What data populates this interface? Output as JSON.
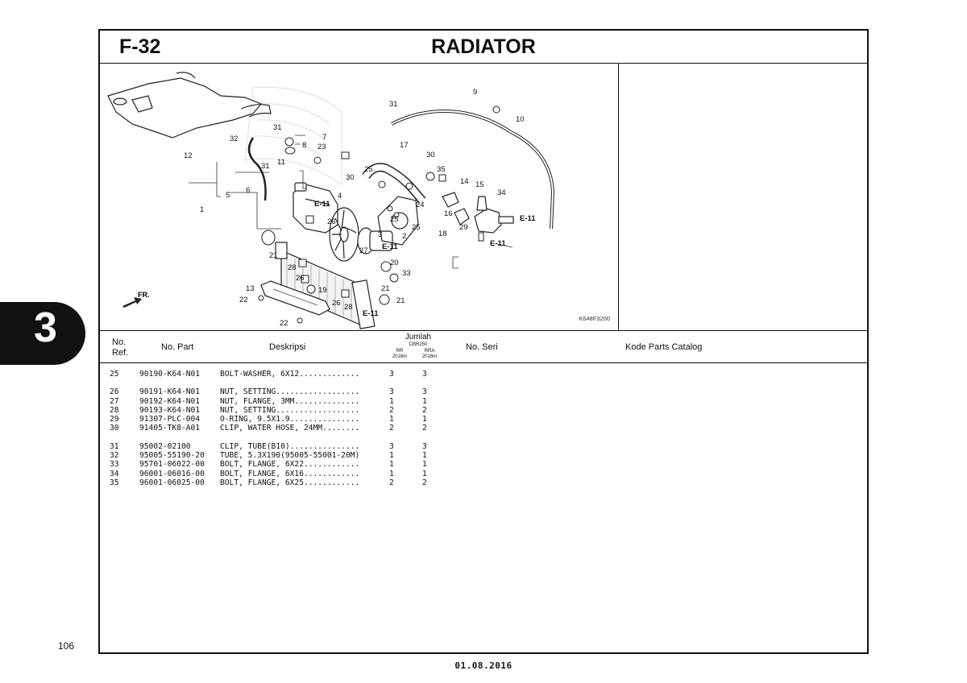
{
  "header": {
    "figure_code": "F-32",
    "title": "RADIATOR"
  },
  "diagram": {
    "code": "K648F3200",
    "labels": [
      "31",
      "9",
      "10",
      "32",
      "31",
      "7",
      "8",
      "23",
      "17",
      "30",
      "12",
      "31",
      "11",
      "30",
      "25",
      "35",
      "14",
      "15",
      "34",
      "5",
      "6",
      "4",
      "24",
      "E-11",
      "1",
      "26",
      "E-11",
      "16",
      "3",
      "25",
      "25",
      "29",
      "2",
      "18",
      "E-11",
      "21",
      "27",
      "E-11",
      "20",
      "28",
      "33",
      "26",
      "19",
      "13",
      "21",
      "22",
      "26",
      "28",
      "E-11",
      "21",
      "22"
    ],
    "direction_label": "FR."
  },
  "table": {
    "headers": {
      "ref_line1": "No.",
      "ref_line2": "Ref.",
      "part": "No. Part",
      "description": "Deskripsi",
      "qty": "Jumlah",
      "model": "CBR250",
      "rr_line1": "RR",
      "rr_line2": "2016m",
      "rra_line1": "RRA",
      "rra_line2": "2016m",
      "serial": "No. Seri",
      "catalog": "Kode Parts Catalog"
    },
    "rows": [
      {
        "ref": "25",
        "part": "90190-K64-N01",
        "desc": "BOLT-WASHER, 6X12.............",
        "rr": "3",
        "rra": "3"
      },
      {
        "ref": "26",
        "part": "90191-K64-N01",
        "desc": "NUT, SETTING..................",
        "rr": "3",
        "rra": "3"
      },
      {
        "ref": "27",
        "part": "90192-K64-N01",
        "desc": "NUT, FLANGE, 3MM..............",
        "rr": "1",
        "rra": "1"
      },
      {
        "ref": "28",
        "part": "90193-K64-N01",
        "desc": "NUT, SETTING..................",
        "rr": "2",
        "rra": "2"
      },
      {
        "ref": "29",
        "part": "91307-PLC-004",
        "desc": "O-RING, 9.5X1.9...............",
        "rr": "1",
        "rra": "1"
      },
      {
        "ref": "30",
        "part": "91405-TK8-A01",
        "desc": "CLIP, WATER HOSE, 24MM........",
        "rr": "2",
        "rra": "2"
      },
      {
        "ref": "31",
        "part": "95002-02100",
        "desc": "CLIP, TUBE(B10)...............",
        "rr": "3",
        "rra": "3"
      },
      {
        "ref": "32",
        "part": "95005-55190-20",
        "desc": "TUBE, 5.3X190(95005-55001-20M)",
        "rr": "1",
        "rra": "1"
      },
      {
        "ref": "33",
        "part": "95701-06022-00",
        "desc": "BOLT, FLANGE, 6X22............",
        "rr": "1",
        "rra": "1"
      },
      {
        "ref": "34",
        "part": "96001-06016-00",
        "desc": "BOLT, FLANGE, 6X16............",
        "rr": "1",
        "rra": "1"
      },
      {
        "ref": "35",
        "part": "96001-06025-00",
        "desc": "BOLT, FLANGE, 6X25............",
        "rr": "2",
        "rra": "2"
      }
    ]
  },
  "section_tab": "3",
  "page_number": "106",
  "footer_date": "01.08.2016"
}
